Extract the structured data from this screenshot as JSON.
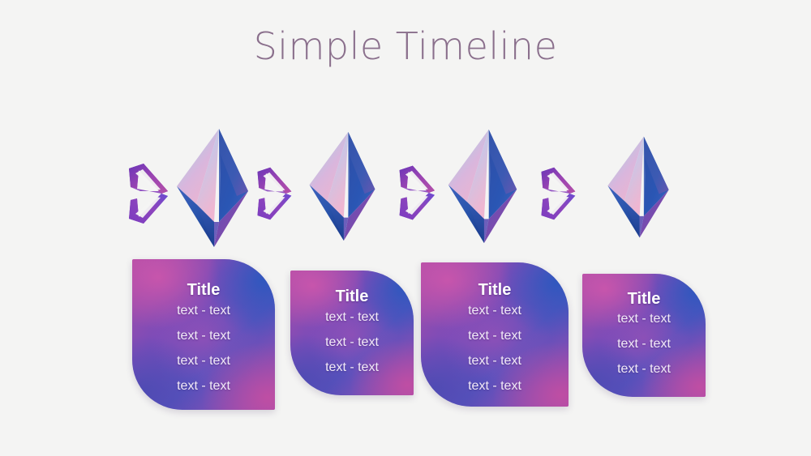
{
  "page": {
    "title": "Simple Timeline",
    "background_color": "#f4f4f3",
    "title_color": "#8a6f8c"
  },
  "palette": {
    "card_magenta": "#b14ea6",
    "card_purple": "#7a4cb8",
    "card_blue": "#3a58bd",
    "crystal_blue_dark": "#1f3f91",
    "crystal_blue": "#2e58b4",
    "crystal_cyan": "#a9dbe9",
    "crystal_pink": "#eeb0cd",
    "crystal_purple": "#8b4aa0",
    "chevron_purple": "#7d3fb5",
    "chevron_magenta": "#a84bb0"
  },
  "steps": [
    {
      "id": "step-1",
      "chevron_icon": "double-chevron-right-icon",
      "crystal_icon": "crystal-diamond-icon",
      "card": {
        "title": "Title",
        "lines": [
          "text - text",
          "text - text",
          "text - text",
          "text - text"
        ]
      }
    },
    {
      "id": "step-2",
      "chevron_icon": "double-chevron-right-icon",
      "crystal_icon": "crystal-diamond-icon",
      "card": {
        "title": "Title",
        "lines": [
          "text - text",
          "text - text",
          "text - text"
        ]
      }
    },
    {
      "id": "step-3",
      "chevron_icon": "double-chevron-right-icon",
      "crystal_icon": "crystal-diamond-icon",
      "card": {
        "title": "Title",
        "lines": [
          "text - text",
          "text - text",
          "text - text",
          "text - text"
        ]
      }
    },
    {
      "id": "step-4",
      "chevron_icon": "double-chevron-right-icon",
      "crystal_icon": "crystal-diamond-icon",
      "card": {
        "title": "Title",
        "lines": [
          "text - text",
          "text - text",
          "text - text"
        ]
      }
    }
  ]
}
